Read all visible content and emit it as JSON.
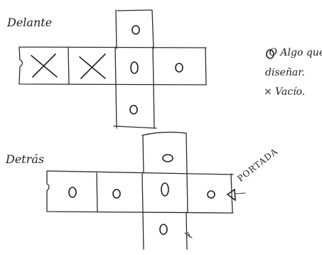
{
  "labels": {
    "front": "Delante",
    "back": "Detrás",
    "legend_o_line1": "O Algo que",
    "legend_o_line2": "diseñar.",
    "legend_x": "× Vacío.",
    "arrow": "PORTADA"
  },
  "legend": [
    {
      "symbol": "O",
      "meaning": "Algo que diseñar."
    },
    {
      "symbol": "×",
      "meaning": "Vacío."
    }
  ],
  "nets": [
    {
      "name": "front",
      "cells": [
        {
          "row": 0,
          "col": 2,
          "mark": "O"
        },
        {
          "row": 1,
          "col": 0,
          "mark": "×"
        },
        {
          "row": 1,
          "col": 1,
          "mark": "×"
        },
        {
          "row": 1,
          "col": 2,
          "mark": "O"
        },
        {
          "row": 1,
          "col": 3,
          "mark": "O"
        },
        {
          "row": 2,
          "col": 2,
          "mark": "O"
        }
      ]
    },
    {
      "name": "back",
      "cells": [
        {
          "row": 0,
          "col": 2,
          "mark": "O"
        },
        {
          "row": 1,
          "col": 0,
          "mark": "O"
        },
        {
          "row": 1,
          "col": 1,
          "mark": "O"
        },
        {
          "row": 1,
          "col": 2,
          "mark": "O"
        },
        {
          "row": 1,
          "col": 3,
          "mark": "O"
        },
        {
          "row": 2,
          "col": 2,
          "mark": "O"
        }
      ]
    }
  ]
}
